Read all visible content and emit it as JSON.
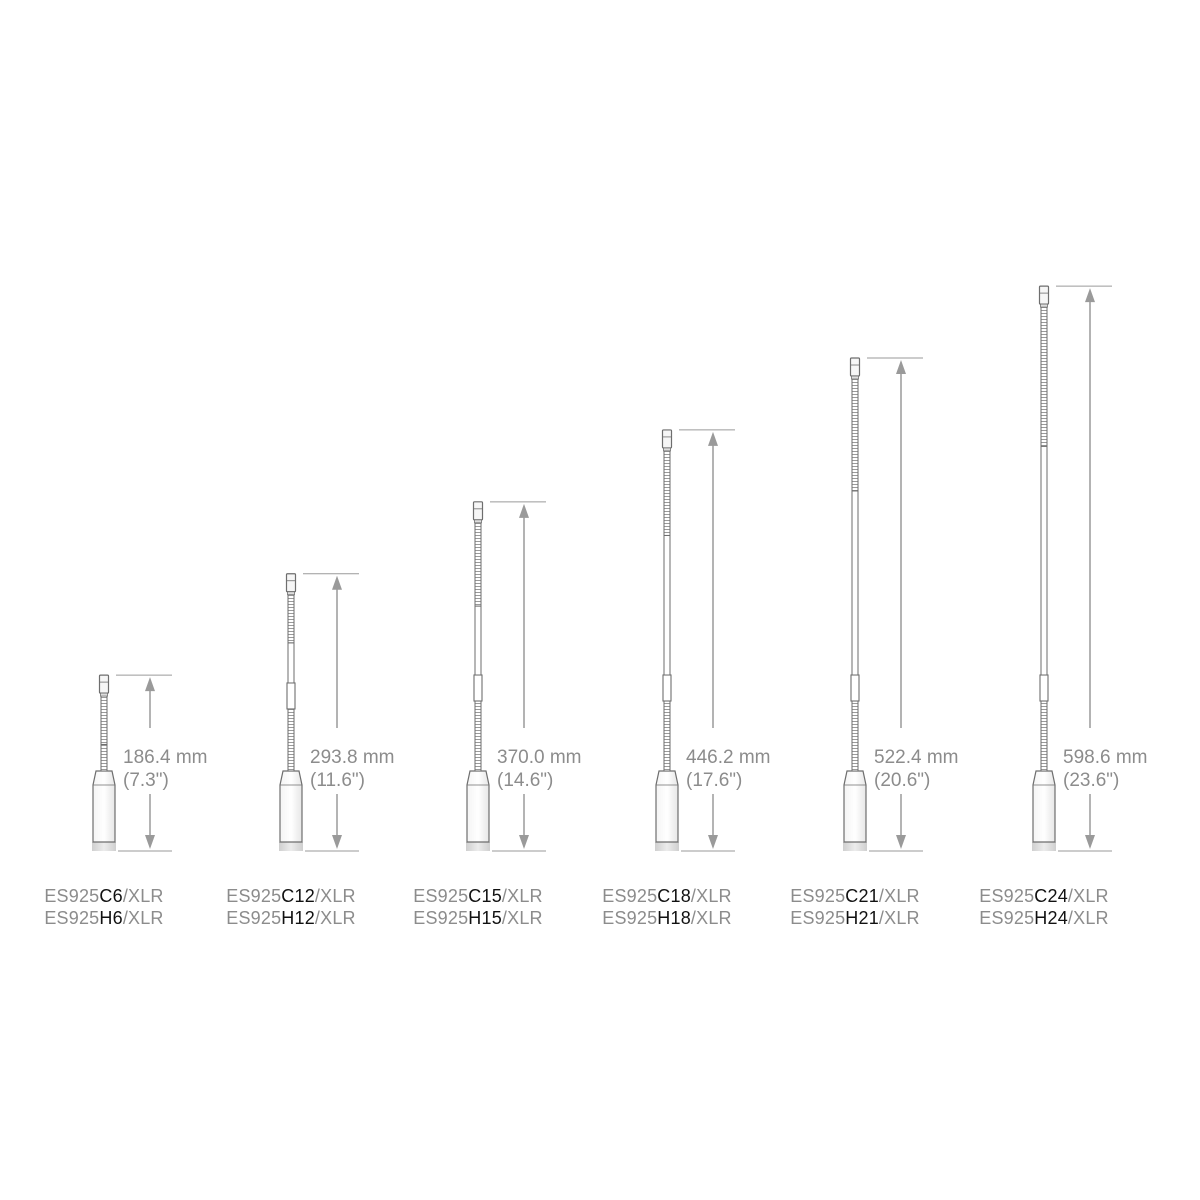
{
  "colors": {
    "text_gray": "#8c8c8c",
    "text_dark": "#111111",
    "mic_body": "#bcbcbc",
    "mic_outline": "#6e6e6e",
    "dimension": "#9a9a9a"
  },
  "microphones": [
    {
      "length_mm": 186.4,
      "mm_text": "186.4 mm",
      "inch_text": "(7.3\")",
      "models": [
        {
          "prefix": "ES925",
          "code": "C6",
          "suffix": "/XLR"
        },
        {
          "prefix": "ES925",
          "code": "H6",
          "suffix": "/XLR"
        }
      ]
    },
    {
      "length_mm": 293.8,
      "mm_text": "293.8 mm",
      "inch_text": "(11.6\")",
      "models": [
        {
          "prefix": "ES925",
          "code": "C12",
          "suffix": "/XLR"
        },
        {
          "prefix": "ES925",
          "code": "H12",
          "suffix": "/XLR"
        }
      ]
    },
    {
      "length_mm": 370.0,
      "mm_text": "370.0 mm",
      "inch_text": "(14.6\")",
      "models": [
        {
          "prefix": "ES925",
          "code": "C15",
          "suffix": "/XLR"
        },
        {
          "prefix": "ES925",
          "code": "H15",
          "suffix": "/XLR"
        }
      ]
    },
    {
      "length_mm": 446.2,
      "mm_text": "446.2 mm",
      "inch_text": "(17.6\")",
      "models": [
        {
          "prefix": "ES925",
          "code": "C18",
          "suffix": "/XLR"
        },
        {
          "prefix": "ES925",
          "code": "H18",
          "suffix": "/XLR"
        }
      ]
    },
    {
      "length_mm": 522.4,
      "mm_text": "522.4 mm",
      "inch_text": "(20.6\")",
      "models": [
        {
          "prefix": "ES925",
          "code": "C21",
          "suffix": "/XLR"
        },
        {
          "prefix": "ES925",
          "code": "H21",
          "suffix": "/XLR"
        }
      ]
    },
    {
      "length_mm": 598.6,
      "mm_text": "598.6 mm",
      "inch_text": "(23.6\")",
      "models": [
        {
          "prefix": "ES925",
          "code": "C24",
          "suffix": "/XLR"
        },
        {
          "prefix": "ES925",
          "code": "H24",
          "suffix": "/XLR"
        }
      ]
    }
  ]
}
